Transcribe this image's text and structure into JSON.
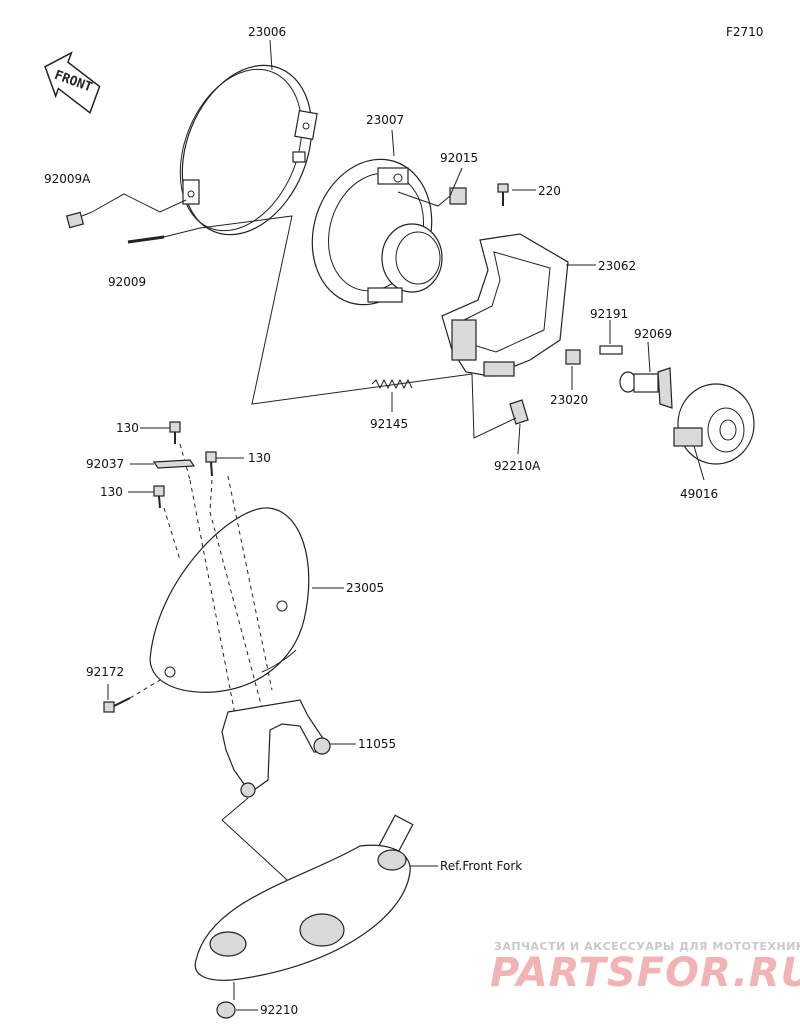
{
  "figure_id": "F2710",
  "front_arrow": "FRONT",
  "labels": {
    "p23006": "23006",
    "p23007": "23007",
    "p92015": "92015",
    "p220": "220",
    "p23062": "23062",
    "p92009A": "92009A",
    "p92009": "92009",
    "p92191": "92191",
    "p92069": "92069",
    "p23020": "23020",
    "p92145": "92145",
    "p92210A": "92210A",
    "p49016": "49016",
    "p130a": "130",
    "p92037": "92037",
    "p130b": "130",
    "p130c": "130",
    "p23005": "23005",
    "p92172": "92172",
    "p11055": "11055",
    "ref_front_fork": "Ref.Front Fork",
    "p92210": "92210"
  },
  "watermark": {
    "line1": "ЗАПЧАСТИ И АКСЕССУАРЫ ДЛЯ МОТОТЕХНИКИ",
    "line2": "PARTSFOR.RU"
  }
}
